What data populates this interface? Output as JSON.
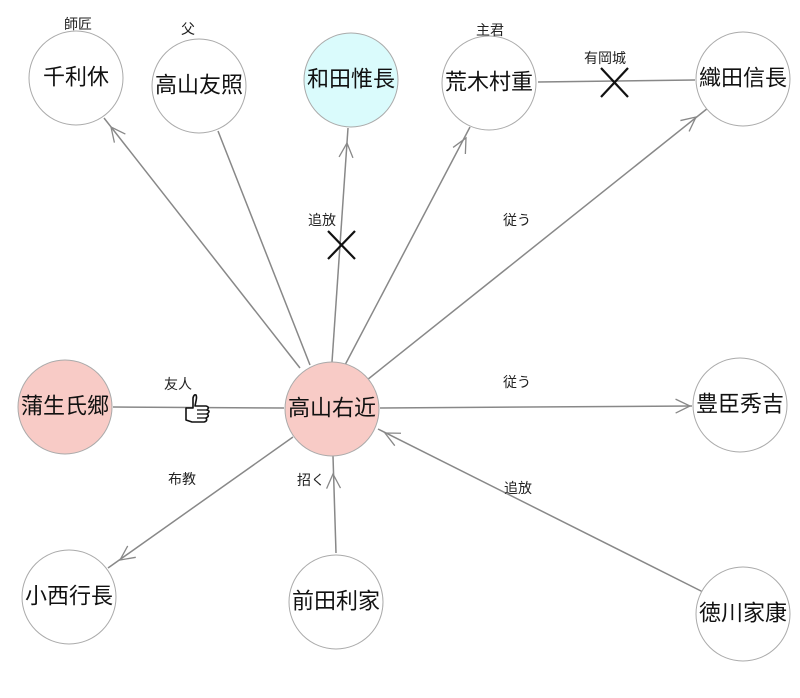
{
  "colors": {
    "highlight_pink": "#f8cbc6",
    "highlight_cyan": "#dafbfc",
    "edge": "#888888",
    "node_border": "#aaaaaa"
  },
  "nodes": {
    "sen_no_rikyu": "千利休",
    "takayama_tomoteru": "高山友照",
    "wada_korenaga": "和田惟長",
    "araki_murashige": "荒木村重",
    "oda_nobunaga": "織田信長",
    "gamo_ujisato": "蒲生氏郷",
    "takayama_ukon": "高山右近",
    "toyotomi_hideyoshi": "豊臣秀吉",
    "konishi_yukinaga": "小西行長",
    "maeda_toshiie": "前田利家",
    "tokugawa_ieyasu": "徳川家康"
  },
  "edge_labels": {
    "teacher": "師匠",
    "father": "父",
    "lord": "主君",
    "banish_wada": "追放",
    "arioka_castle": "有岡城",
    "follow_nobunaga": "従う",
    "friend": "友人",
    "follow_hideyoshi": "従う",
    "missionary": "布教",
    "invite": "招く",
    "banish_ieyasu": "追放"
  },
  "icons": {
    "cross": "x-mark-icon",
    "thumbs_up": "thumbs-up-icon"
  }
}
